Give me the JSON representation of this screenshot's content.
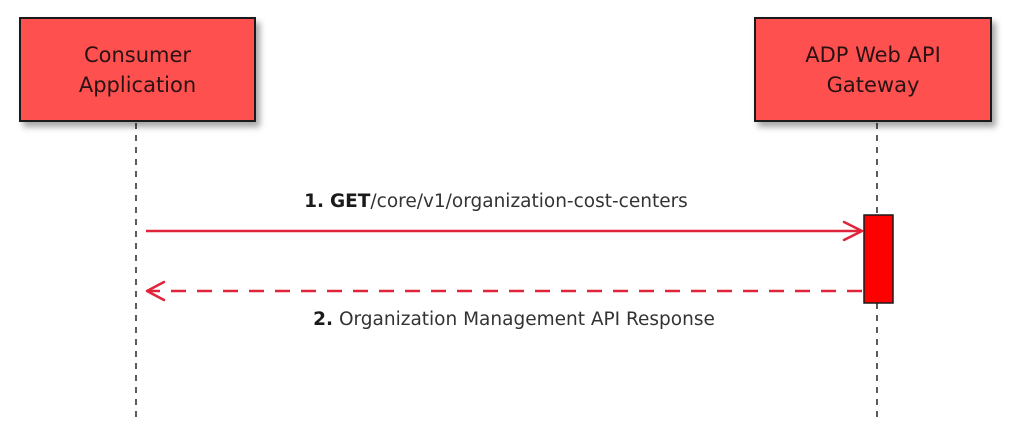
{
  "diagram": {
    "type": "sequence",
    "colors": {
      "participant_fill": "#FF5050",
      "participant_border": "#1A1A1A",
      "activation_fill": "#FF0000",
      "arrow_color": "#E0243A",
      "lifeline_color": "#333333"
    },
    "participants": [
      {
        "id": "consumer",
        "label": "Consumer\nApplication"
      },
      {
        "id": "gateway",
        "label": "ADP Web API\nGateway"
      }
    ],
    "messages": [
      {
        "number": "1.",
        "method": "GET",
        "text": "/core/v1/organization-cost-centers",
        "from": "consumer",
        "to": "gateway",
        "style": "solid"
      },
      {
        "number": "2.",
        "method": "",
        "text": "Organization Management API Response",
        "from": "gateway",
        "to": "consumer",
        "style": "dashed"
      }
    ]
  }
}
